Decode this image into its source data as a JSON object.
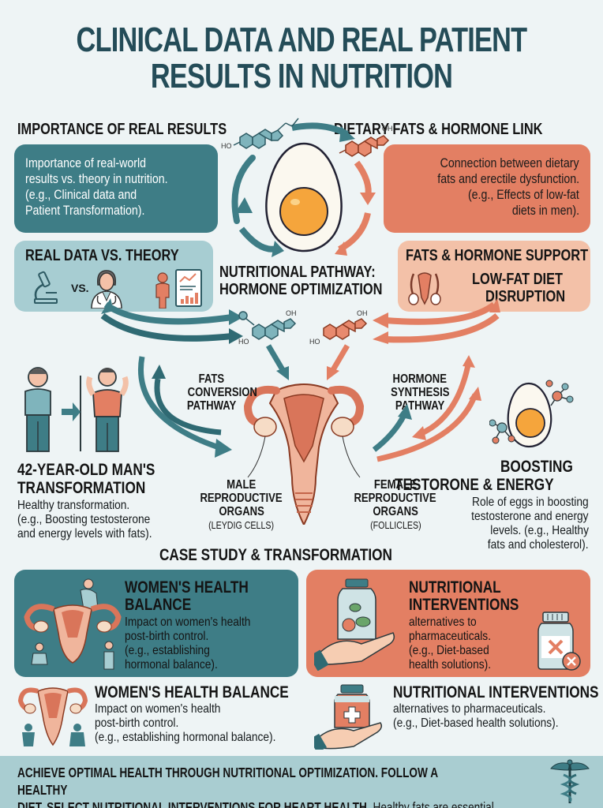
{
  "title": {
    "line1": "CLINICAL DATA AND REAL PATIENT",
    "line2": "RESULTS IN NUTRITION"
  },
  "importance": {
    "heading": "IMPORTANCE OF REAL RESULTS",
    "lines": [
      "Importance of real-world",
      "results vs. theory in nutrition.",
      "(e.g., Clinical data and",
      "Patient Transformation)."
    ]
  },
  "dietary_fats": {
    "heading": "DIETARY FATS & HORMONE LINK",
    "lines": [
      "Connection between dietary",
      "fats and erectile dysfunction.",
      "(e.g., Effects of low-fat",
      "diets in men)."
    ]
  },
  "real_data": {
    "heading": "REAL DATA VS. THEORY",
    "vs_label": "VS."
  },
  "fats_support": {
    "heading": "FATS & HORMONE SUPPORT",
    "sub_line1": "LOW-FAT DIET",
    "sub_line2": "DISRUPTION"
  },
  "pathway": {
    "line1": "NUTRITIONAL PATHWAY:",
    "line2": "HORMONE OPTIMIZATION",
    "molecule_labels": {
      "ho": "HO",
      "oh": "OH"
    }
  },
  "diagram": {
    "fats_conversion": [
      "FATS",
      "CONVERSION",
      "PATHWAY"
    ],
    "hormone_synthesis": [
      "HORMONE",
      "SYNTHESIS",
      "PATHWAY"
    ],
    "male_organs": [
      "MALE",
      "REPRODUCTIVE",
      "ORGANS"
    ],
    "male_sub": "(LEYDIG CELLS)",
    "female_organs": [
      "FEMALE",
      "REPRODUCTIVE",
      "ORGANS"
    ],
    "female_sub": "(FOLLICLES)"
  },
  "transformation": {
    "heading_line1": "42-YEAR-OLD MAN'S",
    "heading_line2": "TRANSFORMATION",
    "lines": [
      "Healthy transformation.",
      "(e.g., Boosting testosterone",
      "and energy levels with fats)."
    ]
  },
  "boosting": {
    "heading_line1": "BOOSTING",
    "heading_line2": "TESTORONE & ENERGY",
    "lines": [
      "Role of eggs in boosting",
      "testosterone and energy",
      "levels. (e.g., Healthy",
      "fats and cholesterol)."
    ]
  },
  "case_study": {
    "heading": "CASE STUDY & TRANSFORMATION"
  },
  "womens_panel": {
    "heading_line1": "WOMEN'S HEALTH",
    "heading_line2": "BALANCE",
    "lines": [
      "Impact on women's health",
      "post-birth control.",
      "(e.g., establishing",
      "hormonal balance)."
    ]
  },
  "nutrition_panel": {
    "heading_line1": "NUTRITIONAL",
    "heading_line2": "INTERVENTIONS",
    "lines": [
      "alternatives to",
      "pharmaceuticals.",
      "(e.g., Diet-based",
      "health solutions)."
    ]
  },
  "womens_plain": {
    "heading": "WOMEN'S HEALTH BALANCE",
    "lines": [
      "Impact on women's health",
      "post-birth control.",
      "(e.g., establishing hormonal balance)."
    ]
  },
  "nutrition_plain": {
    "heading": "NUTRITIONAL INTERVENTIONS",
    "lines": [
      "alternatives to pharmaceuticals.",
      "(e.g., Diet-based health solutions)."
    ]
  },
  "footer": {
    "bold_line1": "ACHIEVE OPTIMAL HEALTH THROUGH NUTRITIONAL OPTIMIZATION. FOLLOW A HEALTHY",
    "bold_line2": "DIET. SELECT NUTRITIONAL INTERVENTIONS FOR HEART HEALTH.",
    "normal_tail": " Healthy fats are essential.",
    "icon": "caduceus-icon"
  },
  "colors": {
    "background": "#eef4f5",
    "title": "#244c58",
    "teal": "#3e7d86",
    "light_teal": "#a7cdd2",
    "coral": "#e37f63",
    "light_coral": "#f3c1a8",
    "egg_yolk": "#f5a53c",
    "footer": "#a9cdd1"
  }
}
